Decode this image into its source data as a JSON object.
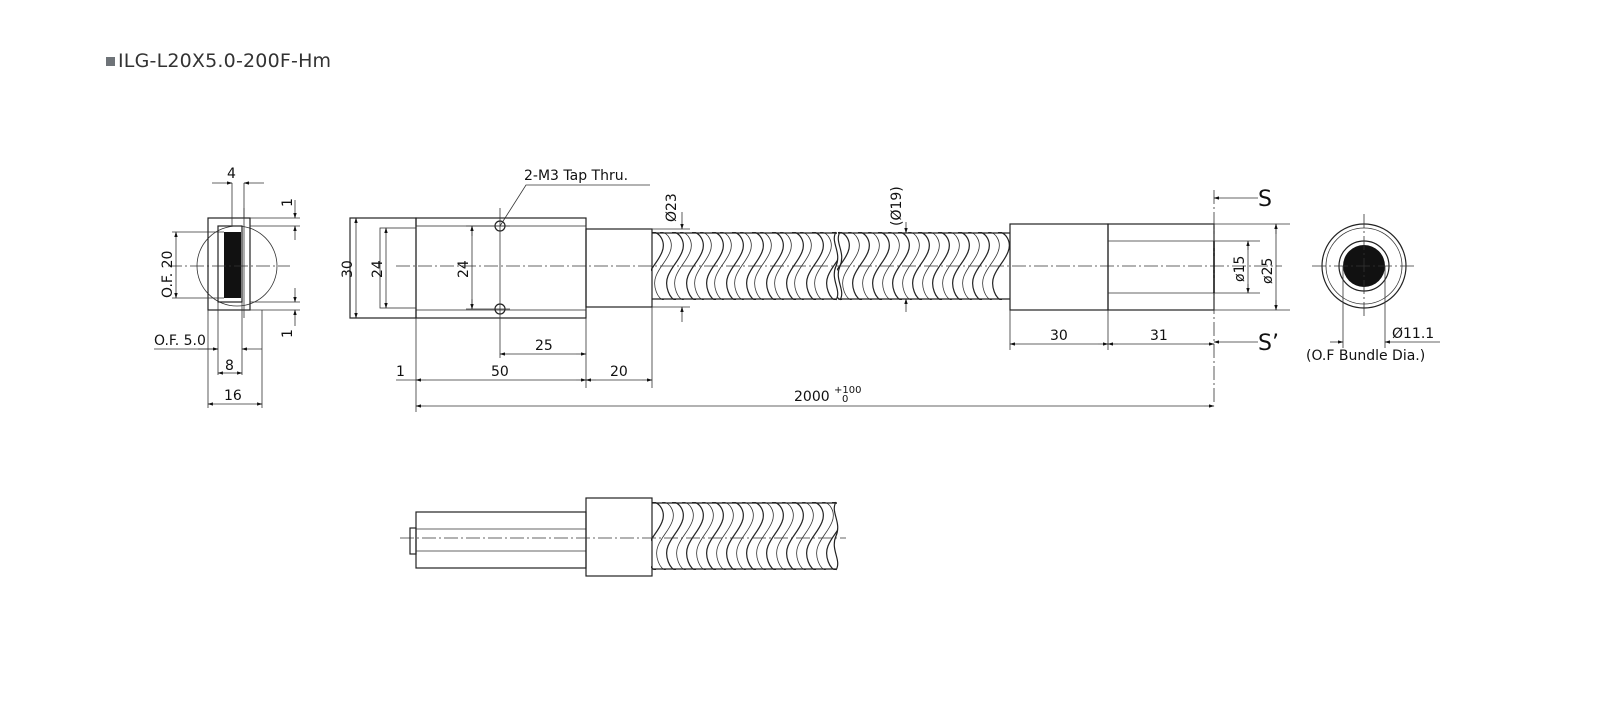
{
  "title": "ILG-L20X5.0-200F-Hm",
  "colors": {
    "line": "#222222",
    "title_square": "#6e7378",
    "bundle": "#111111"
  },
  "callouts": {
    "tap_note": "2-M3 Tap Thru.",
    "dia23": "Ø23",
    "dia19": "(Ø19)",
    "dia15": "ø15",
    "dia25": "ø25",
    "dia11": "Ø11.1",
    "bundle_note": "(O.F Bundle Dia.)",
    "section_s": "S",
    "section_s_prime": "S’"
  },
  "dimensions": {
    "side_4": "4",
    "side_1_top": "1",
    "side_1_bottom": "1",
    "side_of20": "O.F. 20",
    "side_of50": "O.F. 5.0",
    "side_8": "8",
    "side_16": "16",
    "head_30": "30",
    "head_24_left": "24",
    "head_24_inner": "24",
    "head_25": "25",
    "head_1": "1",
    "head_50": "50",
    "head_20": "20",
    "tail_30": "30",
    "tail_31": "31",
    "overall": "2000",
    "overall_tol_upper": "+100",
    "overall_tol_lower": "0"
  }
}
